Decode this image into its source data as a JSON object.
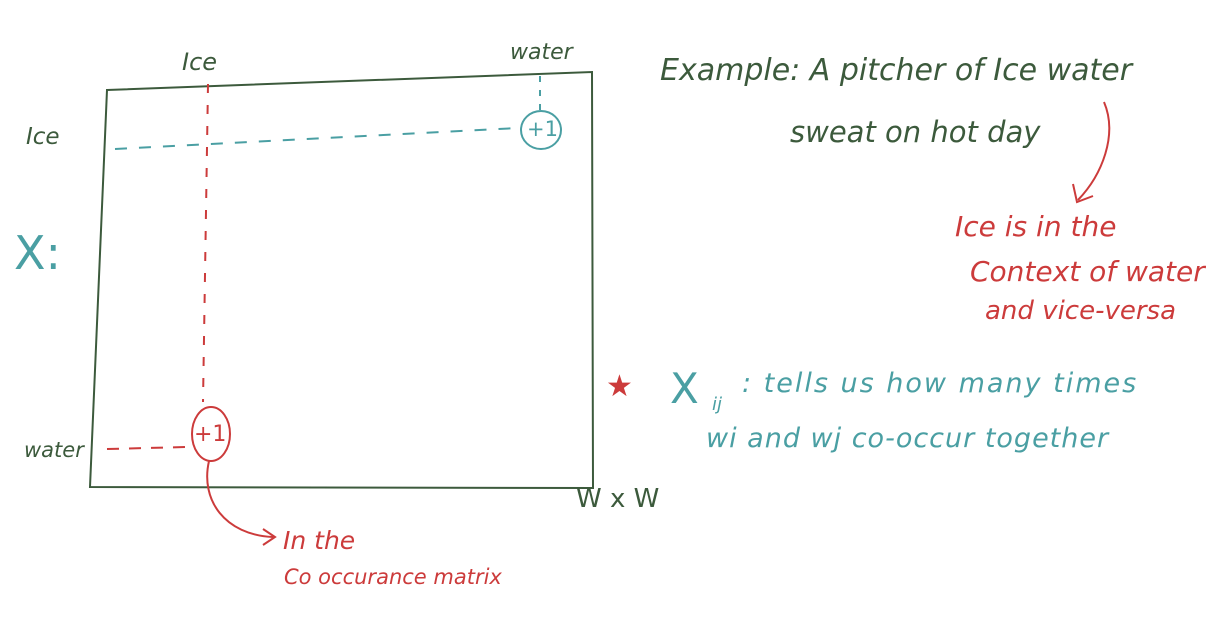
{
  "colors": {
    "ink": "#3c5a3c",
    "teal": "#4a9fa3",
    "red": "#cc3b3b"
  },
  "matrix": {
    "var_label": "X:",
    "col_ice": "Ice",
    "col_water": "water",
    "row_ice": "Ice",
    "row_water": "water",
    "size_label": "W x W",
    "plus_top": "+1",
    "plus_bottom": "+1"
  },
  "example": {
    "line1": "Example: A pitcher of Ice water",
    "line2": "sweat on hot day"
  },
  "context_note": {
    "line1": "Ice is in the",
    "line2": "Context of water",
    "line3": "and vice-versa"
  },
  "xij_note": {
    "star": "★",
    "symbol": "X",
    "subscript": "ij",
    "line1": ": tells us how many times",
    "line2": "wi and wj co-occur together"
  },
  "matrix_note": {
    "line1": "In the",
    "line2": "Co occurance matrix"
  }
}
